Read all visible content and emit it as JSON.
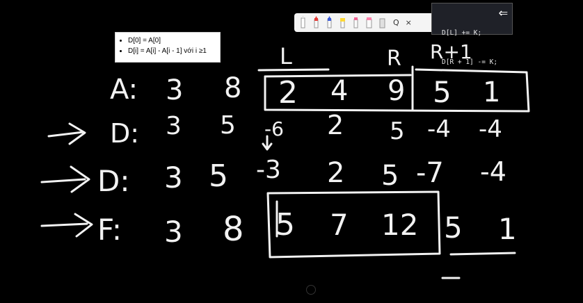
{
  "note": {
    "items": [
      "D[0] = A[0]",
      "D[i] = A[i] - A[i - 1] với i ≥1"
    ]
  },
  "toolbar": {
    "tools": [
      {
        "icon": "pen-icon",
        "color": "#ffffff"
      },
      {
        "icon": "pen-icon",
        "color": "#e53935"
      },
      {
        "icon": "pen-icon",
        "color": "#3b5bdb"
      },
      {
        "icon": "pen-icon",
        "color": "#fdd835"
      },
      {
        "icon": "highlighter-icon",
        "color": "#f06292"
      },
      {
        "icon": "highlighter-icon",
        "color": "#ff80ab"
      },
      {
        "icon": "eraser-icon",
        "color": "#e0e0e0"
      }
    ],
    "search_glyph": "Q",
    "close_glyph": "×"
  },
  "code": {
    "line1": "D[L] += K;",
    "line2": "D[R + 1] -= K;"
  },
  "whiteboard": {
    "markers": {
      "L": "L",
      "R": "R",
      "R1": "R+1"
    },
    "rowA": {
      "label": "A:",
      "values": [
        "3",
        "8",
        "2",
        "4",
        "9",
        "5",
        "1"
      ]
    },
    "rowD1": {
      "label": "D:",
      "values": [
        "3",
        "5",
        "-6",
        "2",
        "5",
        "-4",
        "-4"
      ]
    },
    "rowD2": {
      "label": "D:",
      "values": [
        "3",
        "5",
        "-3",
        "2",
        "5",
        "-7",
        "-4"
      ]
    },
    "rowF": {
      "label": "F:",
      "values": [
        "3",
        "8",
        "5",
        "7",
        "12",
        "5",
        "1"
      ]
    }
  }
}
